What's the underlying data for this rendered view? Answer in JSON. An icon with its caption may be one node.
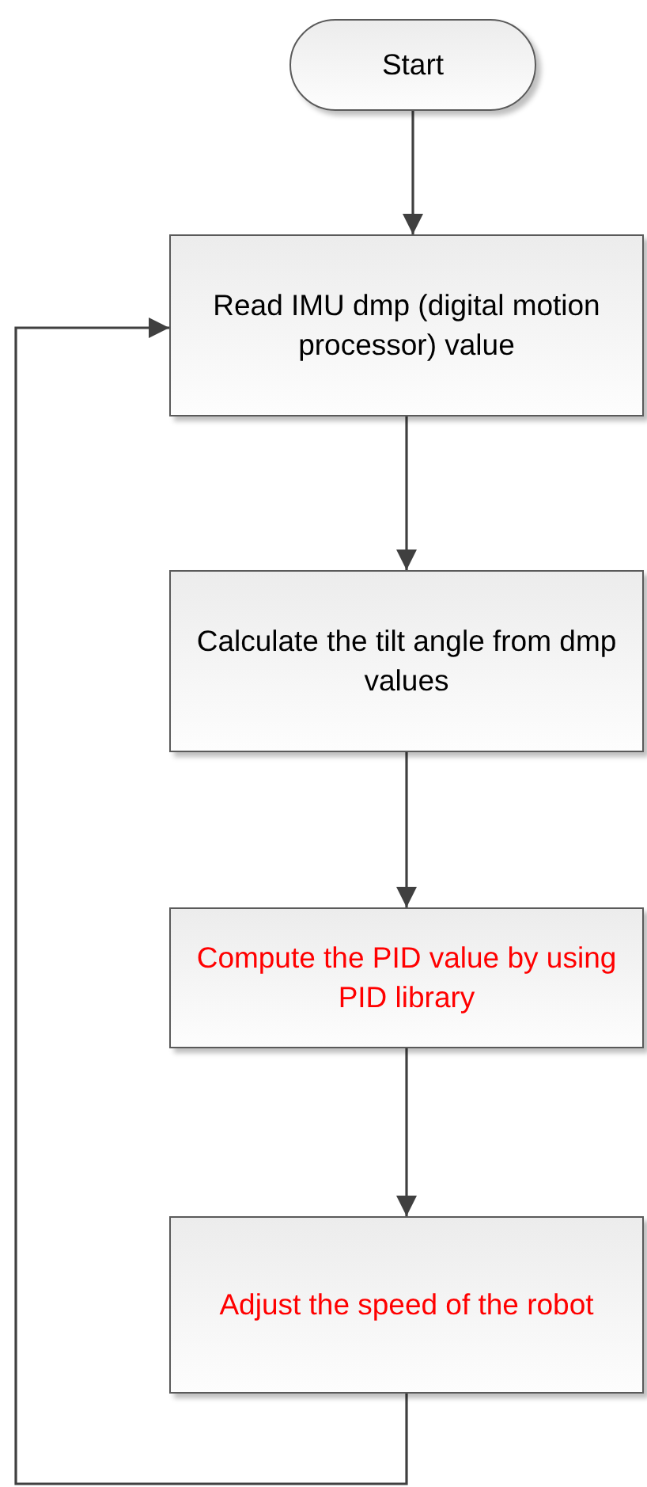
{
  "diagram": {
    "nodes": [
      {
        "text": [
          "Start"
        ]
      },
      {
        "text": [
          "Read IMU dmp (digital motion processor) value"
        ]
      },
      {
        "text": [
          "Calculate the tilt angle from dmp values"
        ]
      },
      {
        "text": [
          "Compute the PID value by using PID library"
        ]
      },
      {
        "text": [
          "Adjust the speed of the robot"
        ]
      }
    ],
    "edges": [
      {
        "from": 0,
        "to": 1,
        "arrow": "to"
      },
      {
        "from": 1,
        "to": 2,
        "arrow": "to"
      },
      {
        "from": 2,
        "to": 3,
        "arrow": "to"
      },
      {
        "from": 3,
        "to": 4,
        "arrow": "to"
      },
      {
        "from": 4,
        "to": 1,
        "arrow": "to"
      }
    ]
  }
}
